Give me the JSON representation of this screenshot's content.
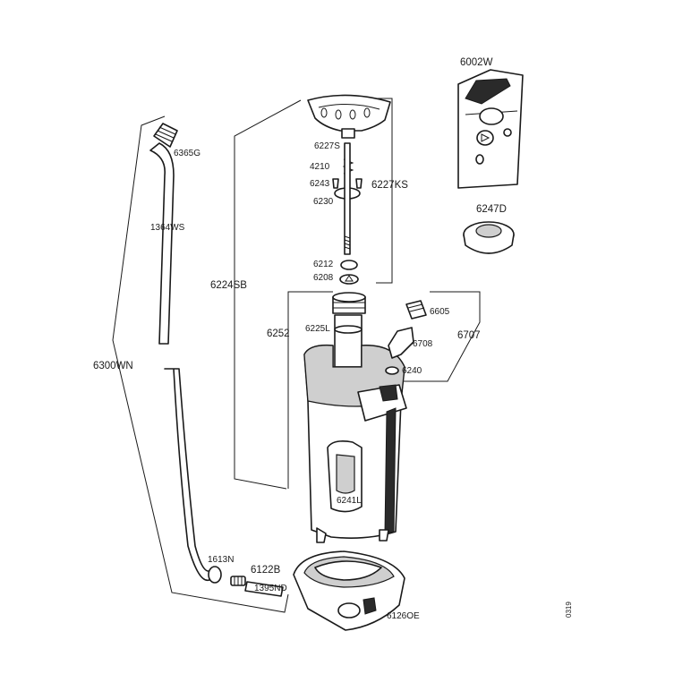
{
  "labels": {
    "p6002W": "6002W",
    "p6365G": "6365G",
    "p1364WS": "1364WS",
    "p6300WN": "6300WN",
    "p6227S": "6227S",
    "p4210": "4210",
    "p6243": "6243",
    "p6230": "6230",
    "p6227KS": "6227KS",
    "p6224SB": "6224SB",
    "p6212": "6212",
    "p6208": "6208",
    "p6247D": "6247D",
    "p6252": "6252",
    "p6225L": "6225L",
    "p6605": "6605",
    "p6708": "6708",
    "p6707": "6707",
    "p6240": "6240",
    "p6241L": "6241L",
    "p1613N": "1613N",
    "p6122B": "6122B",
    "p1395ND": "1395ND",
    "p6126OE": "6126OE",
    "code": "0319"
  }
}
